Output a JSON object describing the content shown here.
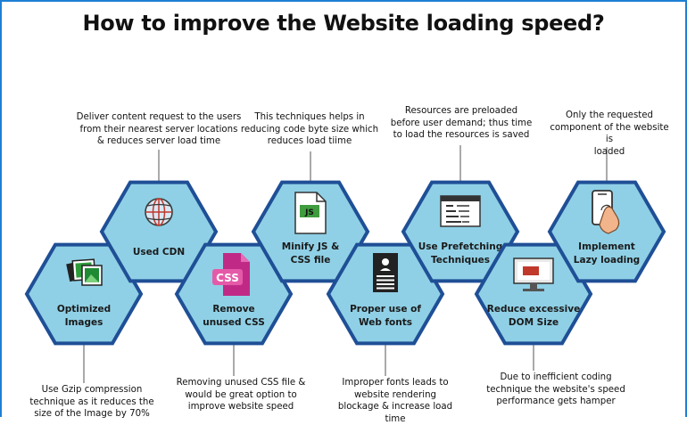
{
  "title": "How to improve the  Website loading speed?",
  "colors": {
    "hex_fill": "#8fd0e6",
    "hex_border": "#1f4f96",
    "frame": "#1e7fd4"
  },
  "steps": [
    {
      "label": [
        "Optimized",
        "Images"
      ],
      "icon": "images-icon",
      "description": [
        "Use Gzip compression",
        "technique as it reduces the",
        "size of the Image by 70%"
      ]
    },
    {
      "label": [
        "Used CDN"
      ],
      "icon": "globe-icon",
      "description": [
        "Deliver content request to the users",
        "from their nearest server locations",
        "& reduces server load time"
      ]
    },
    {
      "label": [
        "Remove",
        "unused CSS"
      ],
      "icon": "css-file-icon",
      "description": [
        "Removing unused CSS file &",
        "would be great option to",
        "improve website speed"
      ]
    },
    {
      "label": [
        "Minify JS &",
        "CSS file"
      ],
      "icon": "js-file-icon",
      "description": [
        "This techniques helps in",
        "reducing code byte size which",
        "reduces load tiime"
      ]
    },
    {
      "label": [
        "Proper use of",
        "Web fonts"
      ],
      "icon": "font-document-icon",
      "description": [
        "Improper fonts leads to",
        "website rendering",
        "blockage & increase load",
        "time"
      ]
    },
    {
      "label": [
        "Use Prefetching",
        "Techniques"
      ],
      "icon": "code-window-icon",
      "description": [
        "Resources are preloaded",
        "before user demand; thus time",
        "to load the resources is saved"
      ]
    },
    {
      "label": [
        "Reduce excessive",
        "DOM Size"
      ],
      "icon": "monitor-icon",
      "description": [
        "Due to inefficient coding",
        "technique the website's speed",
        "performance gets hamper"
      ]
    },
    {
      "label": [
        "Implement",
        "Lazy loading"
      ],
      "icon": "phone-tap-icon",
      "description": [
        "Only the requested",
        "component of the website is",
        "loaded"
      ]
    }
  ],
  "icon_text": {
    "css": "CSS",
    "js": "JS"
  }
}
